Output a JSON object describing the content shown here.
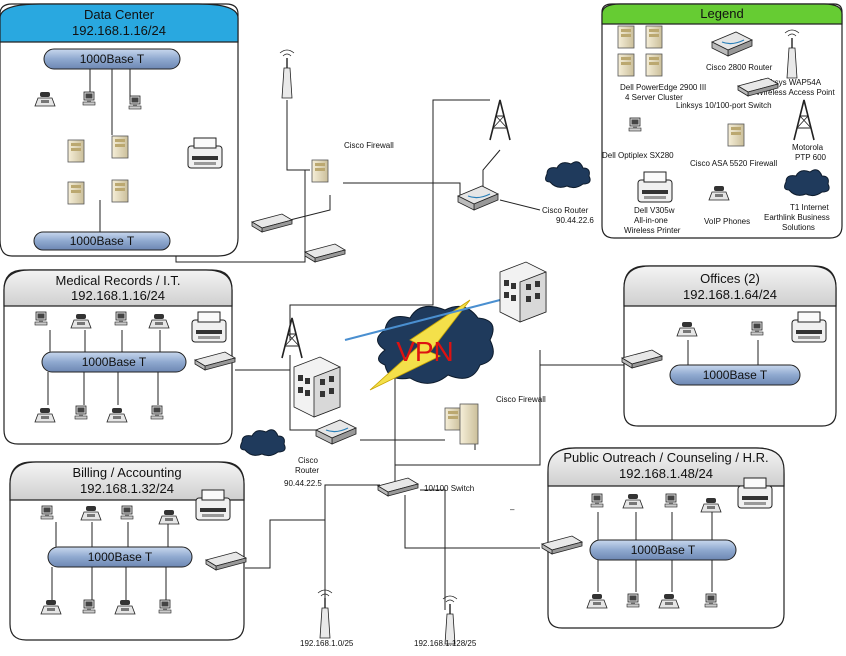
{
  "zones": {
    "data_center": {
      "title": "Data Center",
      "subnet": "192.168.1.16/24",
      "bus_top": "1000Base T",
      "bus_bottom": "1000Base T"
    },
    "medical": {
      "title": "Medical Records / I.T.",
      "subnet": "192.168.1.16/24",
      "bus": "1000Base T"
    },
    "billing": {
      "title": "Billing / Accounting",
      "subnet": "192.168.1.32/24",
      "bus": "1000Base T"
    },
    "offices": {
      "title": "Offices (2)",
      "subnet": "192.168.1.64/24",
      "bus": "1000Base T"
    },
    "outreach": {
      "title": "Public Outreach / Counseling / H.R.",
      "subnet": "192.168.1.48/24",
      "bus": "1000Base T"
    }
  },
  "legend": {
    "title": "Legend",
    "items": {
      "cisco_router": "Cisco 2800 Router",
      "wap": "Linksys WAP54A",
      "wap2": "Wireless Access Point",
      "poweredge": "Dell PowerEdge 2900 III",
      "poweredge2": "4 Server Cluster",
      "switch": "Linksys 10/100-port Switch",
      "motorola": "Motorola",
      "motorola2": "PTP 600",
      "optiplex": "Dell Optiplex SX280",
      "asa": "Cisco ASA 5520 Firewall",
      "printer": "Dell V305w",
      "printer2": "All-in-one",
      "printer3": "Wireless Printer",
      "voip": "VoIP Phones",
      "t1": "T1 Internet",
      "t1b": "Earthlink Business",
      "t1c": "Solutions"
    }
  },
  "labels": {
    "firewall_top": "Cisco Firewall",
    "router_top": "Cisco Router",
    "router_top_ip": "90.44.22.6",
    "firewall_bottom": "Cisco Firewall",
    "router_bottom": "Cisco",
    "router_bottom2": "Router",
    "router_bottom_ip": "90.44.22.5",
    "switch_center": "10/100 Switch",
    "vpn": "VPN",
    "wap_left": "192.168.1.0/25",
    "wap_right": "192.168.1.128/25",
    "dash": "–"
  },
  "colors": {
    "data_center_header": "#29a8e0",
    "legend_header": "#66cc33",
    "zone_header": "#d9d9d9",
    "bus_fill": "#9db5d6",
    "cloud": "#1f3a5c"
  }
}
